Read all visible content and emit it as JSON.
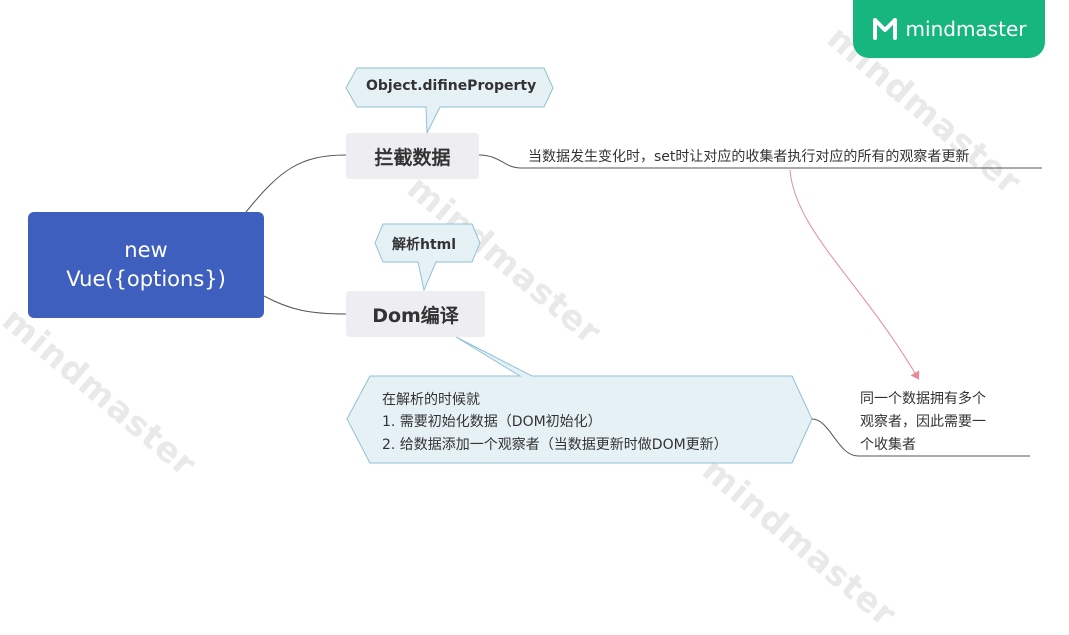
{
  "brand": {
    "name": "mindmaster"
  },
  "watermark": {
    "text": "mindmaster"
  },
  "colors": {
    "root_fill": "#3f5fbf",
    "topic_fill": "#eeeef2",
    "callout_fill": "#e6f1f6",
    "callout_border": "#8fc1d6",
    "brand_green": "#17b67e",
    "relationship_arrow": "#e58a99",
    "line": "#555555"
  },
  "root": {
    "line1": "new",
    "line2": "Vue({options})"
  },
  "topics": {
    "intercept": {
      "label": "拦截数据",
      "callout": "Object.difineProperty",
      "note": "当数据发生变化时，set时让对应的收集者执行对应的所有的观察者更新"
    },
    "compile": {
      "label": "Dom编译",
      "callout": "解析html",
      "callout_lines": [
        "在解析的时候就",
        "1. 需要初始化数据（DOM初始化）",
        "2. 给数据添加一个观察者（当数据更新时做DOM更新）"
      ]
    }
  },
  "relationship_note": {
    "lines": [
      "同一个数据拥有多个",
      "观察者，因此需要一",
      "个收集者"
    ]
  }
}
